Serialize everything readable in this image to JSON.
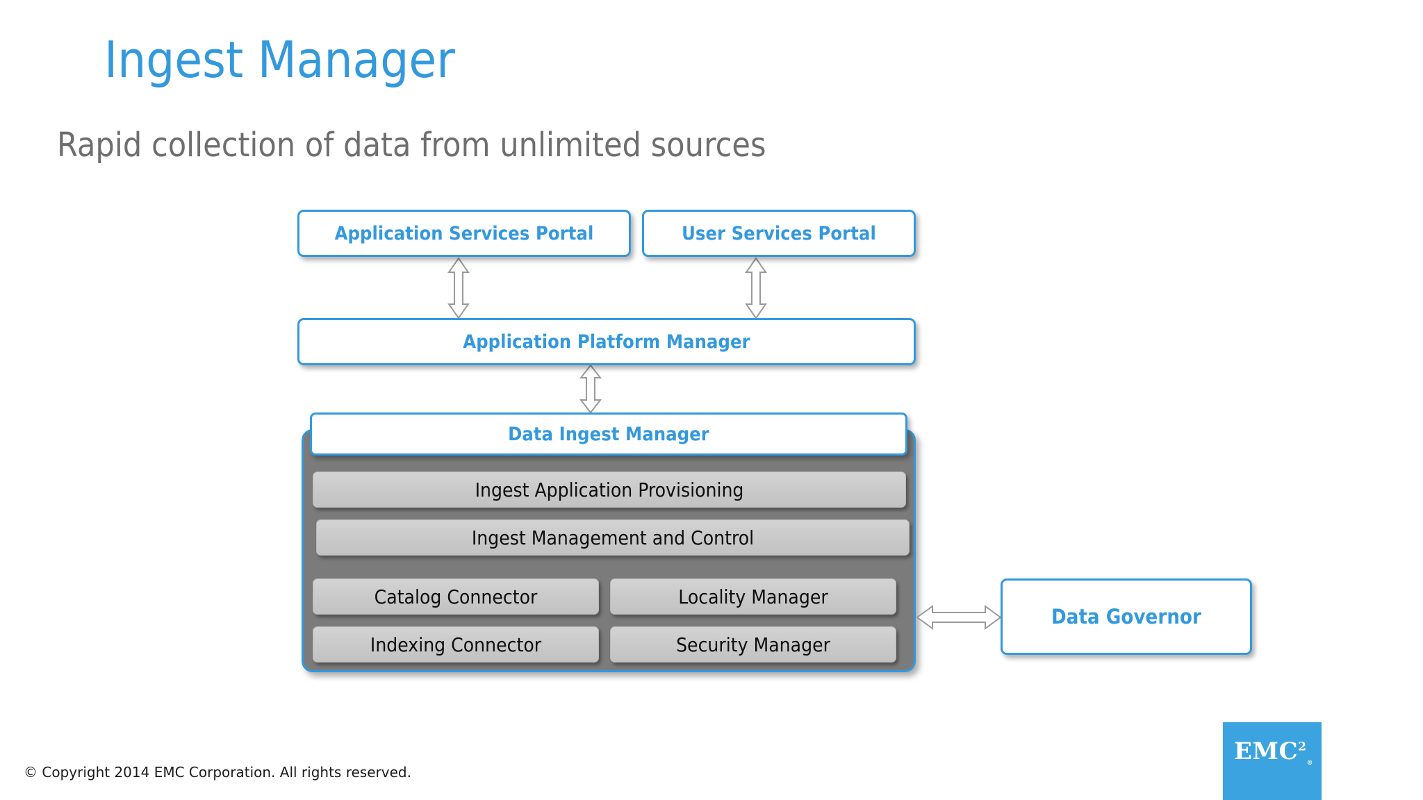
{
  "slide": {
    "title": "Ingest Manager",
    "subtitle": "Rapid collection of data from unlimited sources"
  },
  "colors": {
    "accent_blue": "#3399DD",
    "subtitle_gray": "#6E6E6E",
    "panel_gray": "#7B7B7B",
    "subnode_gray": "#C9C9C9",
    "logo_blue": "#3BA3DF"
  },
  "diagram": {
    "top_row": [
      {
        "label": "Application Services Portal"
      },
      {
        "label": "User Services Portal"
      }
    ],
    "platform_manager": {
      "label": "Application Platform Manager"
    },
    "ingest_panel": {
      "header": {
        "label": "Data Ingest Manager"
      },
      "full_width_items": [
        {
          "label": "Ingest Application Provisioning"
        },
        {
          "label": "Ingest Management and Control"
        }
      ],
      "grid_items": [
        {
          "label": "Catalog Connector"
        },
        {
          "label": "Locality Manager"
        },
        {
          "label": "Indexing Connector"
        },
        {
          "label": "Security Manager"
        }
      ]
    },
    "side_node": {
      "label": "Data Governor"
    },
    "connectors": [
      {
        "name": "app-services-portal-to-platform-manager",
        "direction": "bidirectional-vertical"
      },
      {
        "name": "user-services-portal-to-platform-manager",
        "direction": "bidirectional-vertical"
      },
      {
        "name": "platform-manager-to-data-ingest-manager",
        "direction": "bidirectional-vertical"
      },
      {
        "name": "ingest-panel-to-data-governor",
        "direction": "bidirectional-horizontal"
      }
    ]
  },
  "footer": {
    "copyright": "© Copyright 2014 EMC Corporation. All rights reserved.",
    "logo": {
      "text": "EMC",
      "superscript": "2",
      "registered": "®"
    }
  }
}
